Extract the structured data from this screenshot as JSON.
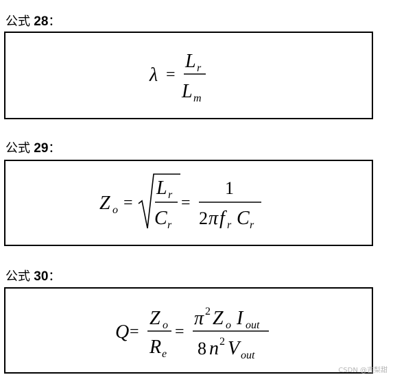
{
  "sections": [
    {
      "label": "公式",
      "number": "28",
      "colon": "：",
      "equation": {
        "lambda": "λ",
        "eq": "=",
        "L": "L",
        "r": "r",
        "m": "m"
      }
    },
    {
      "label": "公式",
      "number": "29",
      "colon": "：",
      "equation": {
        "Z": "Z",
        "o": "o",
        "eq1": "=",
        "L": "L",
        "r1": "r",
        "C": "C",
        "r2": "r",
        "eq2": "=",
        "one": "1",
        "two": "2",
        "pi": "π",
        "f": "f",
        "r3": "r",
        "C2": "C",
        "r4": "r"
      }
    },
    {
      "label": "公式",
      "number": "30",
      "colon": "：",
      "equation": {
        "Q": "Q",
        "eq1": "=",
        "Z": "Z",
        "o": "o",
        "R": "R",
        "e": "e",
        "eq2": "=",
        "pi": "π",
        "sq1": "2",
        "Z2": "Z",
        "o2": "o",
        "I": "I",
        "out1": "out",
        "eight": "8",
        "n": "n",
        "sq2": "2",
        "V": "V",
        "out2": "out"
      }
    }
  ],
  "watermark": "CSDN @吉梨甜"
}
